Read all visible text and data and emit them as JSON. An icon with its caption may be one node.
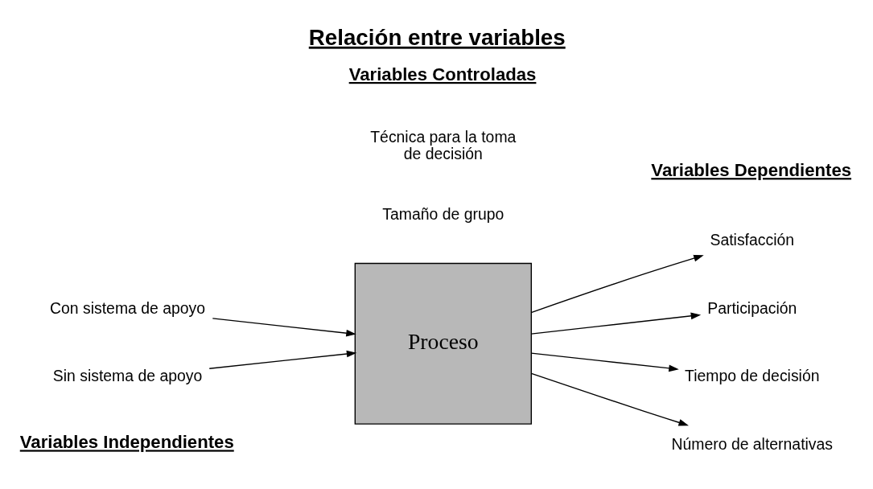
{
  "diagram": {
    "title": "Relación entre variables",
    "nodes": [
      {
        "text": [
          "Con sistema de apoyo"
        ]
      },
      {
        "text": [
          "Sin sistema de apoyo"
        ]
      },
      {
        "text": [
          "Proceso"
        ]
      },
      {
        "text": [
          "Satisfacción"
        ]
      },
      {
        "text": [
          "Participación"
        ]
      },
      {
        "text": [
          "Tiempo de decisión"
        ]
      },
      {
        "text": [
          "Número de alternativas"
        ]
      }
    ],
    "edges": [
      {
        "from": 0,
        "to": 2,
        "arrow": "to"
      },
      {
        "from": 1,
        "to": 2,
        "arrow": "to"
      },
      {
        "from": 2,
        "to": 3,
        "arrow": "to"
      },
      {
        "from": 2,
        "to": 4,
        "arrow": "to"
      },
      {
        "from": 2,
        "to": 5,
        "arrow": "to"
      },
      {
        "from": 2,
        "to": 6,
        "arrow": "to"
      }
    ],
    "labels": [
      "Variables Independientes",
      "Variables Dependientes",
      "Tamaño de grupo",
      "Técnica para la toma de decisión",
      "Variables Controladas"
    ]
  }
}
